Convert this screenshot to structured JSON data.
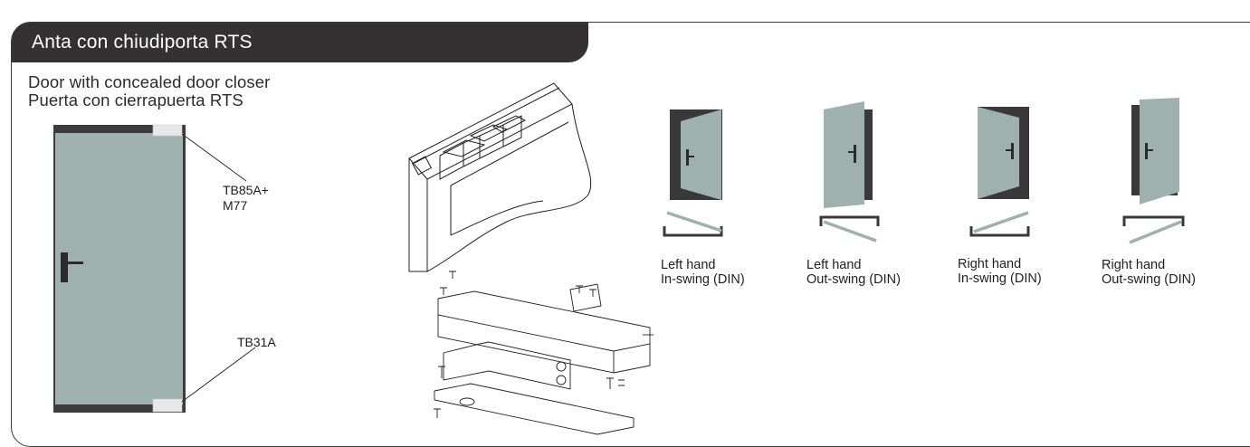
{
  "header": {
    "title": "Anta con chiudiporta RTS"
  },
  "subtitles": [
    "Door with concealed door closer",
    "Puerta con cierrapuerta RTS"
  ],
  "callouts": {
    "top_line1": "TB85A+",
    "top_line2": "M77",
    "bottom": "TB31A"
  },
  "swing_types": [
    {
      "line1": "Left hand",
      "line2": "In-swing (DIN)"
    },
    {
      "line1": "Left hand",
      "line2": "Out-swing (DIN)"
    },
    {
      "line1": "Right hand",
      "line2": "In-swing (DIN)"
    },
    {
      "line1": "Right hand",
      "line2": "Out-swing (DIN)"
    }
  ],
  "colors": {
    "header_bg": "#333132",
    "glass": "#9fb1ad",
    "frame": "#3b3839",
    "text": "#2b2b2b"
  }
}
